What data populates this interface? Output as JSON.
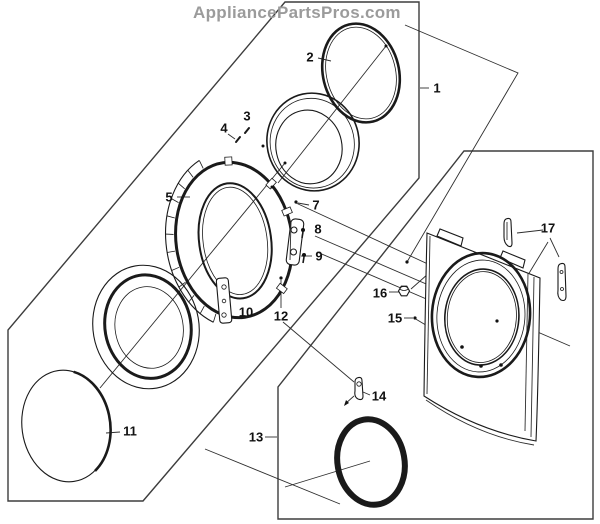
{
  "watermark": "AppliancePartsPros.com",
  "colors": {
    "line": "#1a1a1a",
    "watermark": "#9b9b9b",
    "background": "#ffffff"
  },
  "labels": {
    "p1": "1",
    "p2": "2",
    "p3": "3",
    "p4": "4",
    "p5": "5",
    "p7": "7",
    "p8": "8",
    "p9": "9",
    "p10": "10",
    "p11": "11",
    "p12": "12",
    "p13": "13",
    "p14": "14",
    "p15": "15",
    "p16": "16",
    "p17": "17"
  }
}
